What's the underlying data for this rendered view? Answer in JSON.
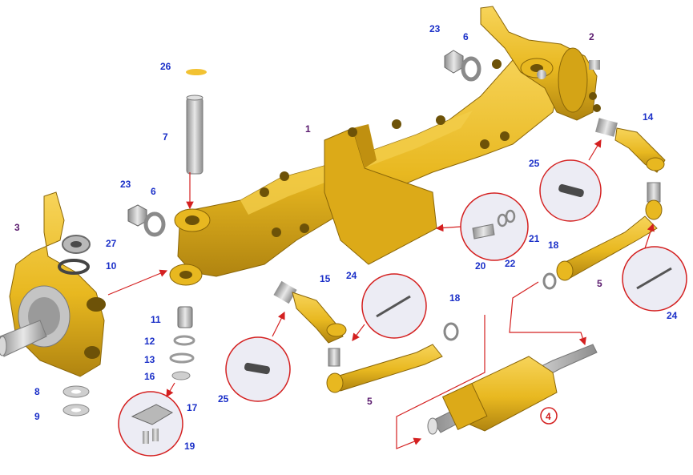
{
  "colors": {
    "part_yellow": "#e8b820",
    "part_shadow": "#b08410",
    "part_highlight": "#f7d45a",
    "steel": "#c9c9c9",
    "dark_steel": "#7a7a7a",
    "callout_ring": "#d42020",
    "callout_fill": "#ececf4",
    "arrow": "#d42020",
    "label_blue": "#1a2fc8",
    "label_purple": "#5a1a6e"
  },
  "labels": {
    "p1": "1",
    "p2": "2",
    "p3": "3",
    "p4": "4",
    "p5a": "5",
    "p5b": "5",
    "p6a": "6",
    "p6b": "6",
    "p7": "7",
    "p8": "8",
    "p9": "9",
    "p10": "10",
    "p11": "11",
    "p12": "12",
    "p13": "13",
    "p14": "14",
    "p15": "15",
    "p16": "16",
    "p17": "17",
    "p18a": "18",
    "p18b": "18",
    "p19": "19",
    "p20": "20",
    "p21": "21",
    "p22": "22",
    "p23a": "23",
    "p23b": "23",
    "p24a": "24",
    "p24b": "24",
    "p25a": "25",
    "p25b": "25",
    "p26": "26",
    "p27": "27"
  }
}
